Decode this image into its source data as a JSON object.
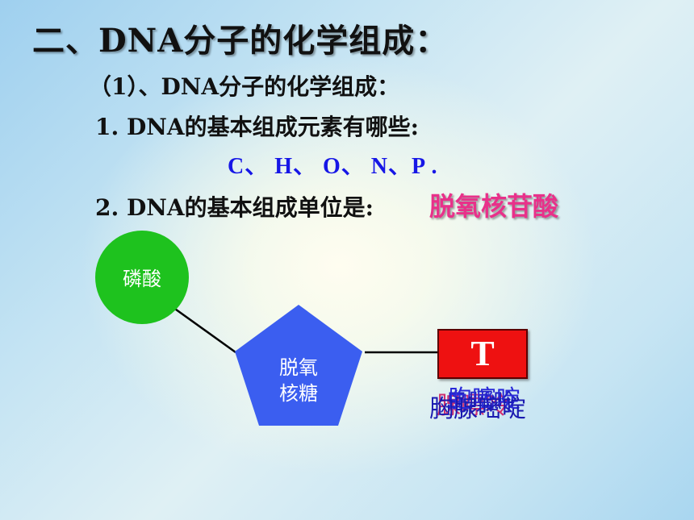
{
  "slide": {
    "title": "二、DNA分子的化学组成：",
    "subtitle": "（1）、DNA分子的化学组成：",
    "question1": "1.  DNA的基本组成元素有哪些:",
    "answer1": "C、 H、 O、 N、P .",
    "question2": "2.  DNA的基本组成单位是:",
    "answer2": "脱氧核苷酸"
  },
  "diagram": {
    "phosphate_label": "磷酸",
    "sugar_label_line1": "脱氧",
    "sugar_label_line2": "核糖",
    "base_letter": "T",
    "overlapping_base_names": [
      "腺嘌呤",
      "鸟嘌呤",
      "胞嘧啶",
      "胸腺嘧啶"
    ]
  },
  "colors": {
    "phosphate": "#1ec21e",
    "sugar": "#3b5ef0",
    "base": "#ee1111",
    "answer_blue": "#1616e6",
    "answer_pink": "#e8318a",
    "base_name_colors": [
      "#d03070",
      "#2020c0",
      "#2a2ad8",
      "#1a1ab0"
    ]
  }
}
